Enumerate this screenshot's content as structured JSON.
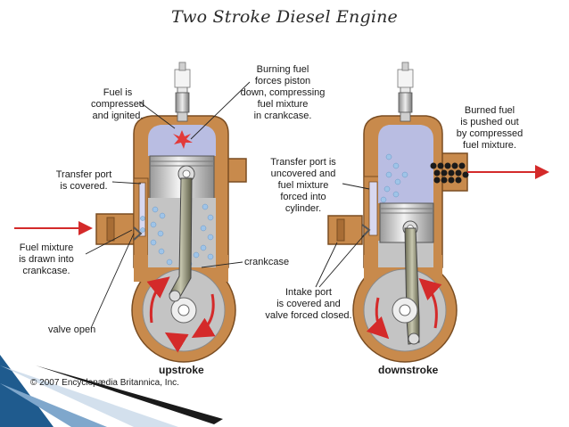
{
  "title": "Two Stroke Diesel Engine",
  "left_engine": {
    "caption": "upstroke",
    "labels": {
      "fuel_compressed": "Fuel is\ncompressed\nand ignited.",
      "transfer_port_covered": "Transfer port\nis covered.",
      "fuel_drawn": "Fuel mixture\nis drawn into\ncrankcase.",
      "valve_open": "valve open",
      "crankcase": "crankcase"
    }
  },
  "right_engine": {
    "caption": "downstroke",
    "labels": {
      "burned_fuel": "Burned fuel\nis pushed out\nby compressed\nfuel mixture.",
      "transfer_port_uncovered": "Transfer port is\nuncovered and\nfuel mixture\nforced into\ncylinder.",
      "intake_port": "Intake port\nis covered and\nvalve forced closed."
    }
  },
  "center_labels": {
    "burning_fuel": "Burning fuel\nforces piston\ndown, compressing\nfuel mixture\nin crankcase."
  },
  "copyright": "© 2007 Encyclopædia Britannica, Inc.",
  "colors": {
    "casing": "#c88a4c",
    "casing_dark": "#7a4d22",
    "cylinder_gas": "#b9bde2",
    "crank_gray": "#b8b8b8",
    "fuel_dots": "#9fc4e8",
    "arrow_red": "#d42a2a",
    "slide_accent": "#1f5b8e"
  }
}
